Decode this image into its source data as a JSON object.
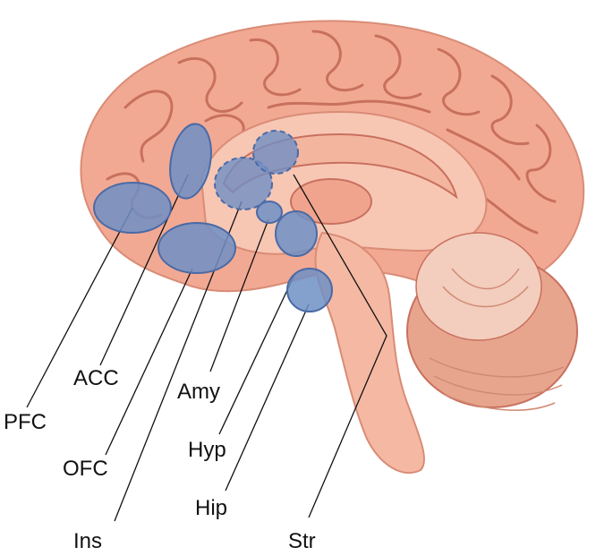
{
  "colors": {
    "cortex": "#f2a993",
    "cortex_dark": "#c8705e",
    "inner": "#f7c7b4",
    "brainstem": "#f5b9a3",
    "cerebellum": "#e8a58e",
    "region_fill": "#6f8fc4",
    "region_stroke": "#4a6aa6",
    "leader": "#111111"
  },
  "regions": [
    {
      "key": "pfc",
      "label": "PFC",
      "style": "solid"
    },
    {
      "key": "acc",
      "label": "ACC",
      "style": "solid"
    },
    {
      "key": "ofc",
      "label": "OFC",
      "style": "solid"
    },
    {
      "key": "ins",
      "label": "Ins",
      "style": "dashed"
    },
    {
      "key": "amy",
      "label": "Amy",
      "style": "solid"
    },
    {
      "key": "hyp",
      "label": "Hyp",
      "style": "solid"
    },
    {
      "key": "hip",
      "label": "Hip",
      "style": "solid"
    },
    {
      "key": "str",
      "label": "Str",
      "style": "dashed"
    }
  ]
}
